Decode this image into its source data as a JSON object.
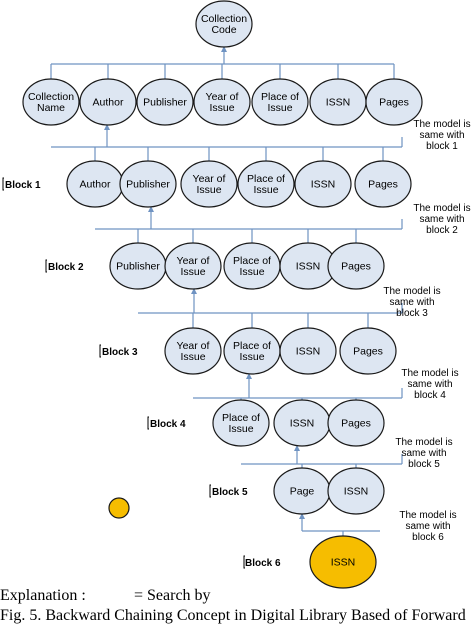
{
  "colors": {
    "node_fill": "#dde6f2",
    "node_stroke": "#1a1a1a",
    "edge": "#6f93c2",
    "search_fill": "#f6bd00"
  },
  "root": {
    "lines": [
      "Collection",
      "Code"
    ]
  },
  "levels": [
    {
      "block": "",
      "nodes": [
        [
          "Collection",
          "Name"
        ],
        [
          "Author"
        ],
        [
          "Publisher"
        ],
        [
          "Year of",
          "Issue"
        ],
        [
          "Place of",
          "Issue"
        ],
        [
          "ISSN"
        ],
        [
          "Pages"
        ]
      ],
      "note": [
        "The model is",
        "same with",
        "block 1"
      ]
    },
    {
      "block": "Block 1",
      "nodes": [
        [
          "Author"
        ],
        [
          "Publisher"
        ],
        [
          "Year of",
          "Issue"
        ],
        [
          "Place of",
          "Issue"
        ],
        [
          "ISSN"
        ],
        [
          "Pages"
        ]
      ],
      "note": [
        "The model is",
        "same with",
        "block 2"
      ]
    },
    {
      "block": "Block 2",
      "nodes": [
        [
          "Publisher"
        ],
        [
          "Year of",
          "Issue"
        ],
        [
          "Place of",
          "Issue"
        ],
        [
          "ISSN"
        ],
        [
          "Pages"
        ]
      ],
      "note": [
        "The model is",
        "same with",
        "block 3"
      ]
    },
    {
      "block": "Block 3",
      "nodes": [
        [
          "Year of",
          "Issue"
        ],
        [
          "Place of",
          "Issue"
        ],
        [
          "ISSN"
        ],
        [
          "Pages"
        ]
      ],
      "note": [
        "The model is",
        "same with",
        "block 4"
      ]
    },
    {
      "block": "Block 4",
      "nodes": [
        [
          "Place of",
          "Issue"
        ],
        [
          "ISSN"
        ],
        [
          "Pages"
        ]
      ],
      "note": [
        "The model is",
        "same with",
        "block 5"
      ]
    },
    {
      "block": "Block 5",
      "nodes": [
        [
          "Page"
        ],
        [
          "ISSN"
        ]
      ],
      "note": [
        "The model is",
        "same with",
        "block 6"
      ]
    },
    {
      "block": "Block 6",
      "nodes": [
        [
          "ISSN"
        ]
      ],
      "note": []
    }
  ],
  "legend": {
    "explanation": "Explanation :",
    "search_label": "= Search by"
  },
  "caption": "Fig. 5.  Backward Chaining Concept in Digital Library Based of Forward"
}
